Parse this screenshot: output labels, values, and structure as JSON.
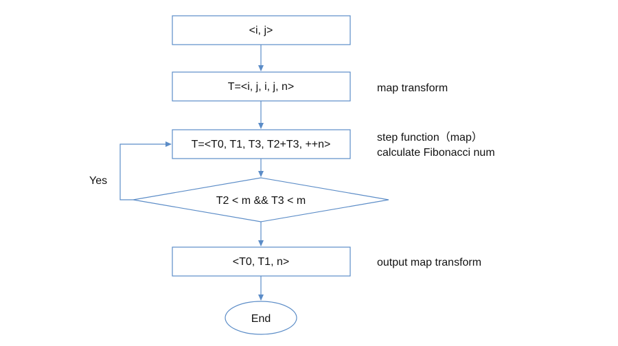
{
  "colors": {
    "stroke": "#5b8cc7",
    "text": "#111111",
    "background": "#ffffff"
  },
  "nodes": {
    "input": {
      "label": "<i, j>"
    },
    "map": {
      "label": "T=<i, j, i, j, n>"
    },
    "step": {
      "label": "T=<T0, T1, T3, T2+T3, ++n>"
    },
    "condition": {
      "label": "T2 < m && T3 < m"
    },
    "output": {
      "label": "<T0, T1, n>"
    },
    "end": {
      "label": "End"
    }
  },
  "annotations": {
    "map": "map transform",
    "step_line1": "step function（map）",
    "step_line2": "calculate Fibonacci num",
    "output": "output map transform"
  },
  "loop_label": "Yes"
}
